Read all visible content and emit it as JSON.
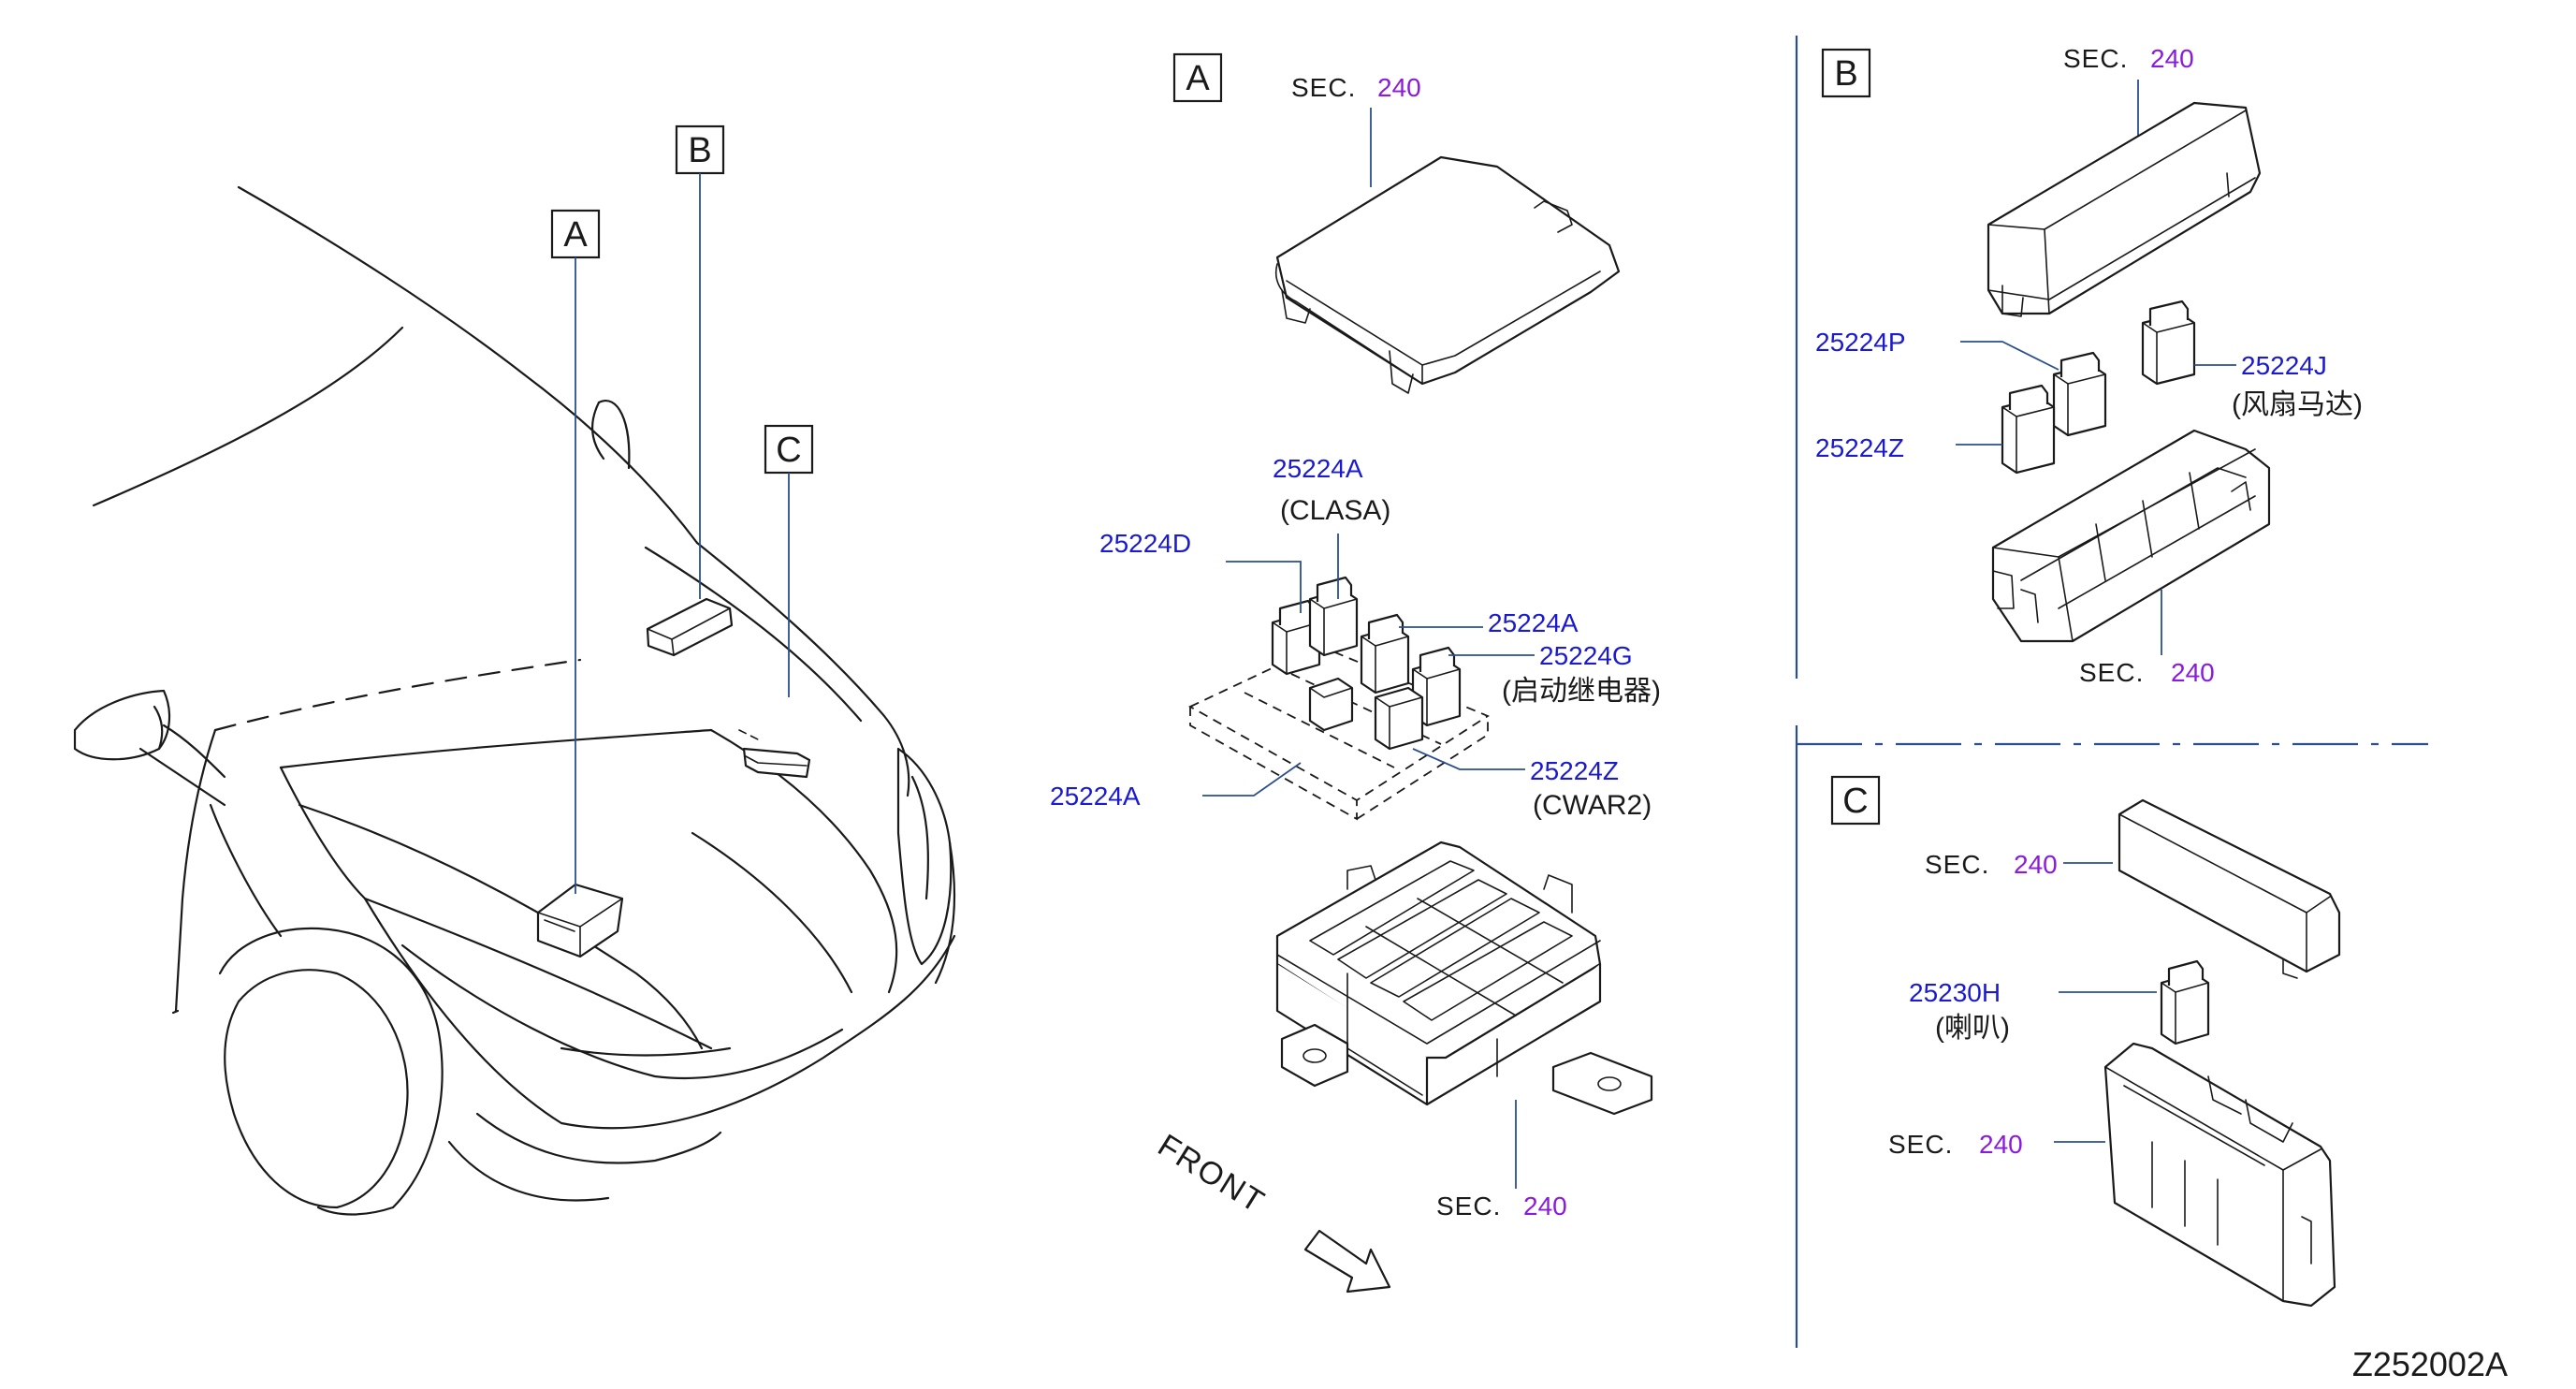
{
  "callouts": {
    "a": "A",
    "b": "B",
    "c": "C"
  },
  "panel_a": {
    "label": "A",
    "sec_prefix": "SEC.",
    "sec_top": "240",
    "sec_bottom": "240",
    "parts": {
      "p1": "25224A",
      "p1_note": "(CLASA)",
      "p2": "25224D",
      "p3": "25224A",
      "p4": "25224G",
      "p4_note": "(启动继电器)",
      "p5": "25224A",
      "p6": "25224Z",
      "p6_note": "(CWAR2)"
    },
    "front_label": "FRONT"
  },
  "panel_b": {
    "label": "B",
    "sec_prefix": "SEC.",
    "sec_top": "240",
    "sec_bottom": "240",
    "parts": {
      "p1": "25224P",
      "p2": "25224Z",
      "p3": "25224J",
      "p3_note": "(风扇马达)"
    }
  },
  "panel_c": {
    "label": "C",
    "sec_prefix": "SEC.",
    "sec_top": "240",
    "sec_bottom": "240",
    "parts": {
      "p1": "25230H",
      "p1_note": "(喇叭)"
    }
  },
  "drawing_code": "Z252002A",
  "colors": {
    "part_number": "#1a1ad0",
    "section_number": "#8a1ae0",
    "leader_line": "#2a4f8f"
  }
}
